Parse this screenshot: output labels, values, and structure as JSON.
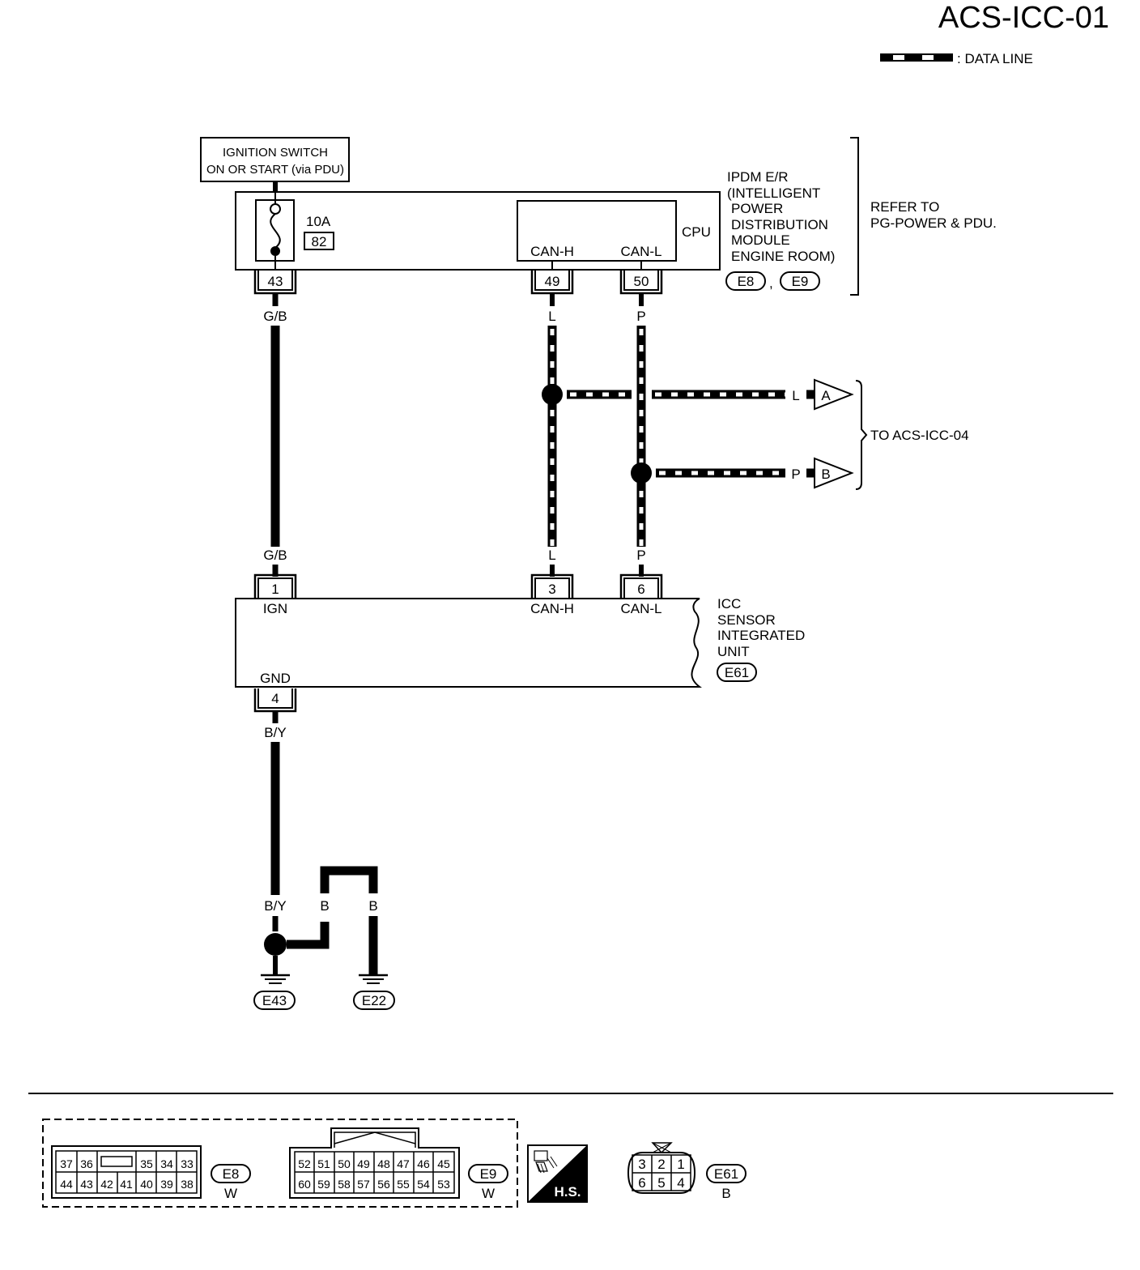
{
  "header": {
    "title": "ACS-ICC-01",
    "legend_label": ": DATA LINE"
  },
  "ignition": {
    "line1": "IGNITION SWITCH",
    "line2": "ON OR START (via PDU)"
  },
  "ipdm": {
    "fuse_amp": "10A",
    "fuse_number": "82",
    "cpu_label": "CPU",
    "can_h": "CAN-H",
    "can_l": "CAN-L",
    "name_lines": [
      "IPDM E/R",
      "(INTELLIGENT",
      "POWER",
      "DISTRIBUTION",
      "MODULE",
      "ENGINE ROOM)"
    ],
    "connectors": [
      "E8",
      "E9"
    ],
    "refer_line1": "REFER TO",
    "refer_line2": "PG-POWER & PDU.",
    "pins": [
      "43",
      "49",
      "50"
    ]
  },
  "wires": {
    "gb": "G/B",
    "l": "L",
    "p": "P",
    "by": "B/Y",
    "b": "B"
  },
  "outputs": {
    "a_letter": "A",
    "b_letter": "B",
    "to_label": "TO ACS-ICC-04"
  },
  "icc": {
    "pins": [
      "1",
      "3",
      "6",
      "4"
    ],
    "ign": "IGN",
    "can_h": "CAN-H",
    "can_l": "CAN-L",
    "gnd": "GND",
    "name_lines": [
      "ICC",
      "SENSOR",
      "INTEGRATED",
      "UNIT"
    ],
    "connector": "E61"
  },
  "grounds": [
    "E43",
    "E22"
  ],
  "connector_views": {
    "e8": {
      "id": "E8",
      "color": "W",
      "top_left": [
        "37",
        "36"
      ],
      "top_right": [
        "35",
        "34",
        "33"
      ],
      "bottom": [
        "44",
        "43",
        "42",
        "41",
        "40",
        "39",
        "38"
      ]
    },
    "e9": {
      "id": "E9",
      "color": "W",
      "top": [
        "52",
        "51",
        "50",
        "49",
        "48",
        "47",
        "46",
        "45"
      ],
      "bottom": [
        "60",
        "59",
        "58",
        "57",
        "56",
        "55",
        "54",
        "53"
      ]
    },
    "hs_label": "H.S.",
    "e61": {
      "id": "E61",
      "color": "B",
      "top": [
        "3",
        "2",
        "1"
      ],
      "bottom": [
        "6",
        "5",
        "4"
      ]
    }
  }
}
